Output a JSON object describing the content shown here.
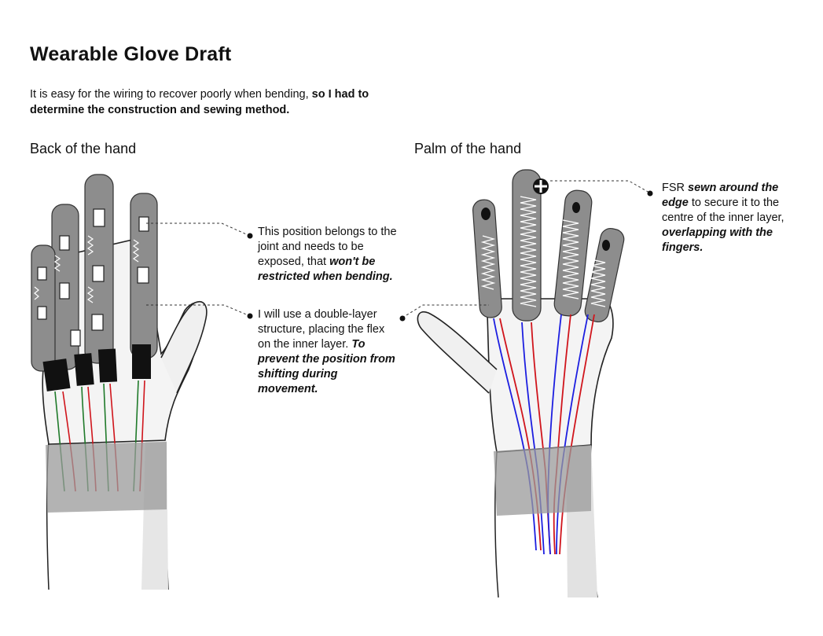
{
  "title": "Wearable Glove Draft",
  "intro": {
    "light": "It is easy for the wiring to recover poorly when bending, ",
    "bold": "so I had to determine the construction and sewing method."
  },
  "sections": {
    "back": "Back of the hand",
    "palm": "Palm of the hand"
  },
  "notes": {
    "joint": {
      "plain": "This position belongs to the joint and needs to be exposed, that ",
      "emph": "won't be restricted when bending."
    },
    "layer": {
      "plain": "I will use a double-layer structure, placing the flex on the inner layer. ",
      "emph": "To prevent the position from shifting during movement."
    },
    "fsr": {
      "p1": "FSR ",
      "e1": "sewn around the edge",
      "p2": " to secure it to the centre of the inner layer, ",
      "e2": "overlapping with the fingers."
    }
  },
  "colors": {
    "wire_red": "#d0151c",
    "wire_green": "#1f7a2a",
    "wire_blue": "#1c1ee0",
    "glove_gray": "#8d8d8d",
    "band_gray": "#9a9a9a"
  }
}
